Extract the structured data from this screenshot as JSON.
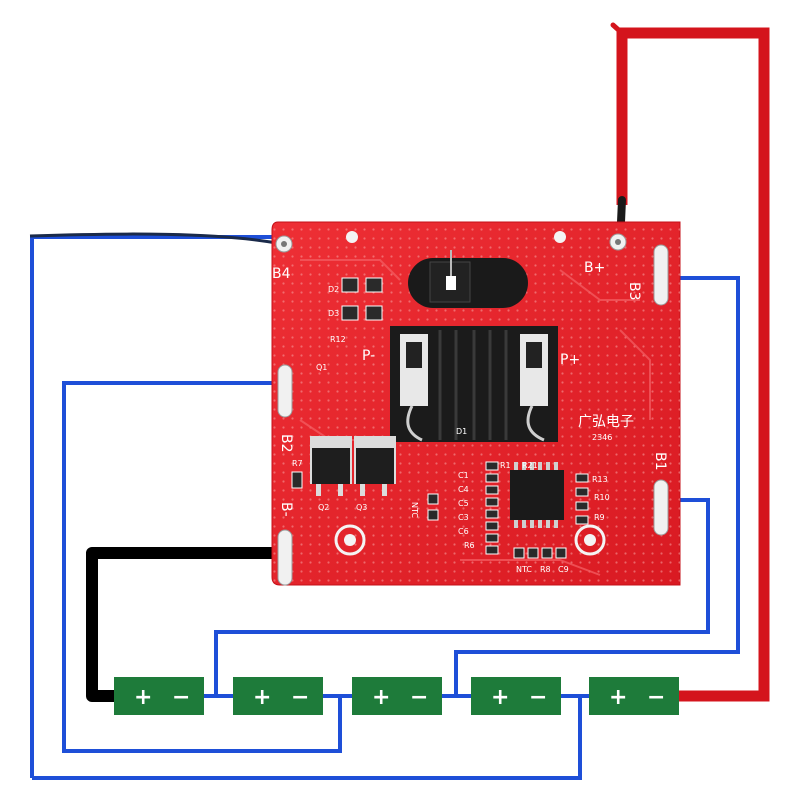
{
  "board": {
    "pads": {
      "b4": "B4",
      "b_plus": "B+",
      "b3": "B3",
      "b2": "B2",
      "b1": "B1",
      "b_minus": "B-",
      "p_minus": "P-",
      "p_plus": "P+"
    },
    "brand_text": "广弘电子",
    "code_text": "2346",
    "ntc_text": "NTC",
    "component_labels": {
      "d2": "D2",
      "d3": "D3",
      "r12": "R12",
      "q1": "Q1",
      "q2": "Q2",
      "q3": "Q3",
      "r7": "R7",
      "r13": "R13",
      "r10": "R10",
      "r9": "R9",
      "c1": "C1",
      "c4": "C4",
      "c5": "C5",
      "c3": "C3",
      "c6": "C6",
      "r6": "R6",
      "r1": "R1",
      "r21": "R21",
      "d1": "D1",
      "ntc2": "NTC",
      "r8": "R8",
      "c9": "C9"
    }
  },
  "cells": [
    {
      "plus": "+",
      "minus": "−"
    },
    {
      "plus": "+",
      "minus": "−"
    },
    {
      "plus": "+",
      "minus": "−"
    },
    {
      "plus": "+",
      "minus": "−"
    },
    {
      "plus": "+",
      "minus": "−"
    }
  ],
  "colors": {
    "board": "#e8232b",
    "cell": "#1e7b3a",
    "sense_wire": "#1e4fd8",
    "positive_wire": "#d4141c",
    "negative_wire": "#000000"
  }
}
